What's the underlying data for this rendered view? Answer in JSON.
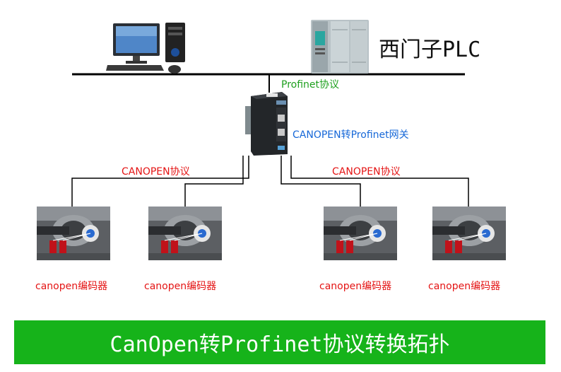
{
  "plc_label": "西门子PLC",
  "bus_protocol_label": "Profinet协议",
  "gateway_label": "CANOPEN转Profinet网关",
  "canopen_left_label": "CANOPEN协议",
  "canopen_right_label": "CANOPEN协议",
  "encoders": [
    {
      "label": "canopen编码器"
    },
    {
      "label": "canopen编码器"
    },
    {
      "label": "canopen编码器"
    },
    {
      "label": "canopen编码器"
    }
  ],
  "banner_title": "CanOpen转Profinet协议转换拓扑",
  "colors": {
    "bus_line": "#000000",
    "banner_bg": "#16b31a",
    "encoder_text": "#e41414",
    "profinet_text": "#1fa01f",
    "gateway_text": "#1768d8"
  }
}
